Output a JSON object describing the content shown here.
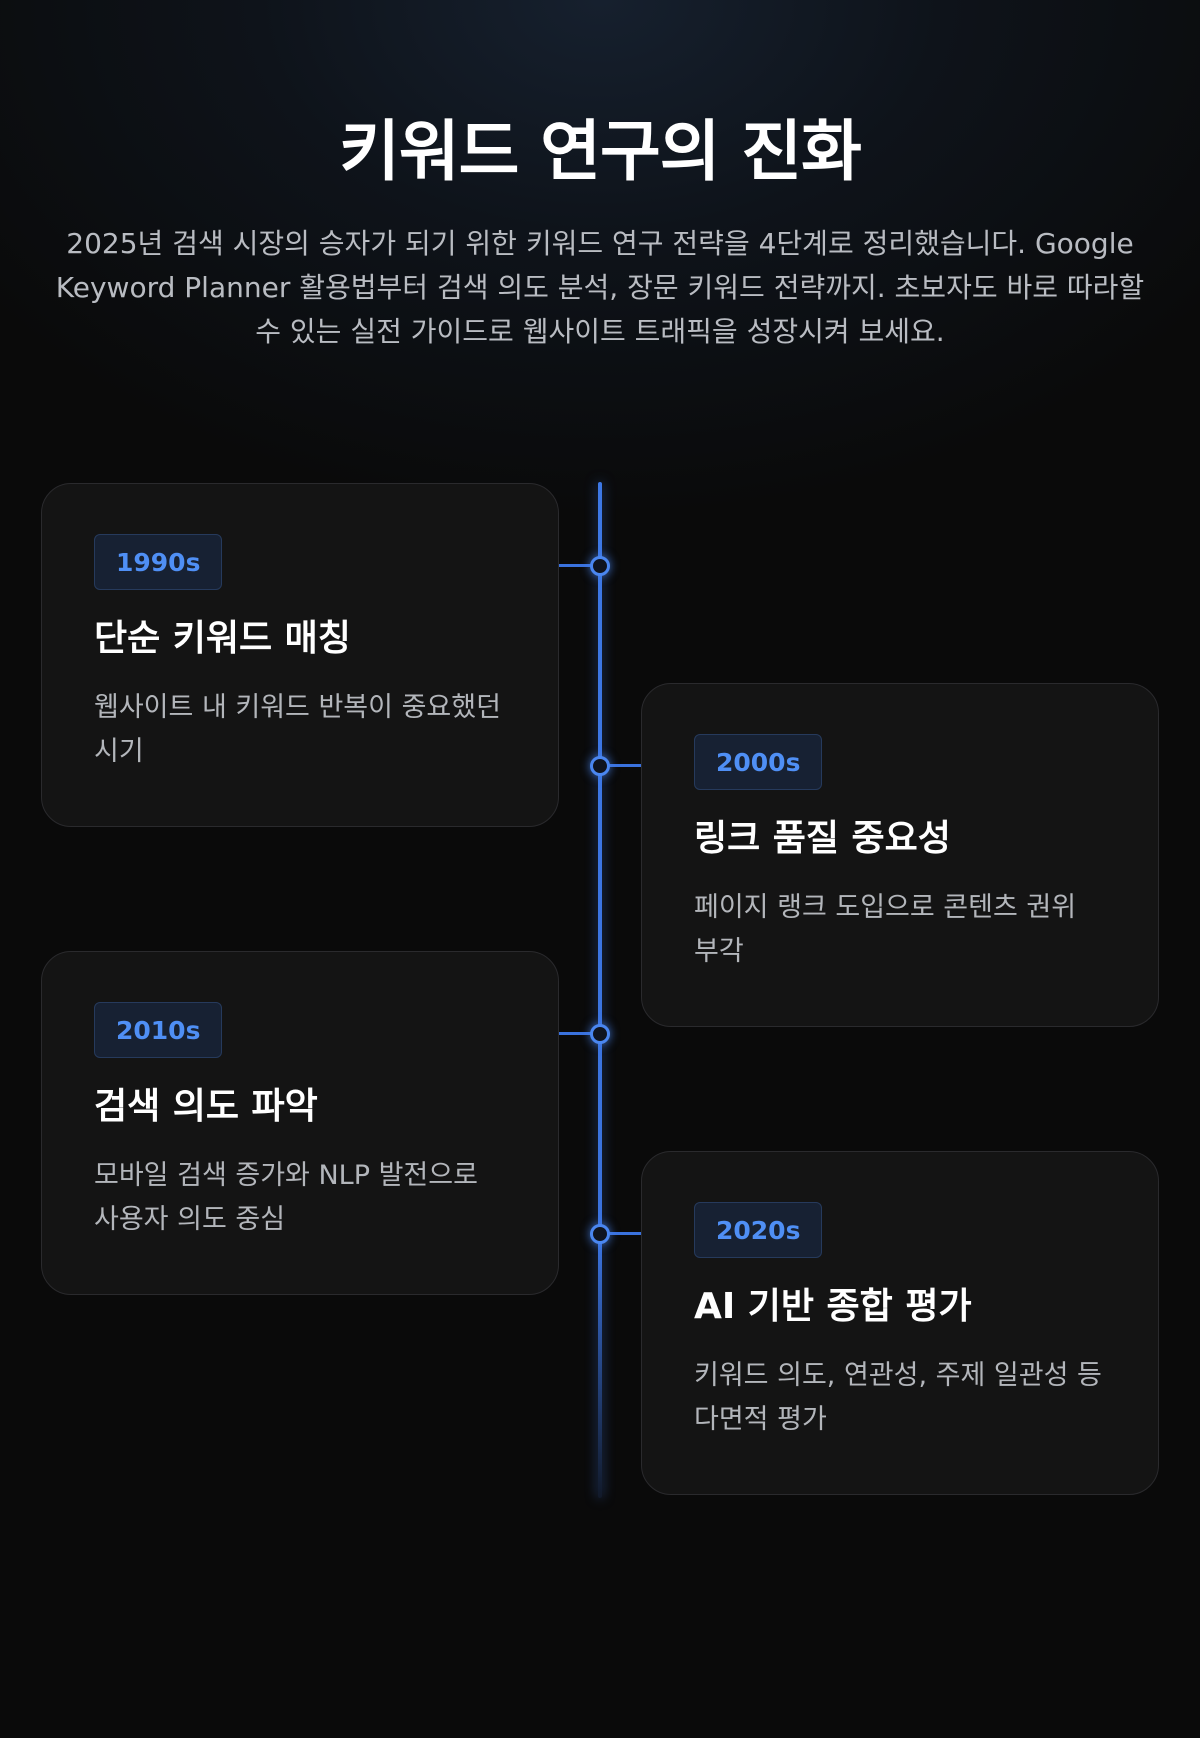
{
  "header": {
    "title": "키워드 연구의 진화",
    "subtitle": "2025년 검색 시장의 승자가 되기 위한 키워드 연구 전략을 4단계로 정리했습니다. Google Keyword Planner 활용법부터 검색 의도 분석, 장문 키워드 전략까지. 초보자도 바로 따라할 수 있는 실전 가이드로 웹사이트 트래픽을 성장시켜 보세요."
  },
  "timeline": [
    {
      "era": "1990s",
      "title": "단순 키워드 매칭",
      "description": "웹사이트 내 키워드 반복이 중요했던 시기"
    },
    {
      "era": "2000s",
      "title": "링크 품질 중요성",
      "description": "페이지 랭크 도입으로 콘텐츠 권위 부각"
    },
    {
      "era": "2010s",
      "title": "검색 의도 파악",
      "description": "모바일 검색 증가와 NLP 발전으로 사용자 의도 중심"
    },
    {
      "era": "2020s",
      "title": "AI 기반 종합 평가",
      "description": "키워드 의도, 연관성, 주제 일관성 등 다면적 평가"
    }
  ],
  "colors": {
    "accent": "#4f8ff5",
    "background": "#0a0a0a",
    "card": "#141414",
    "timeline": "#3a72de"
  }
}
